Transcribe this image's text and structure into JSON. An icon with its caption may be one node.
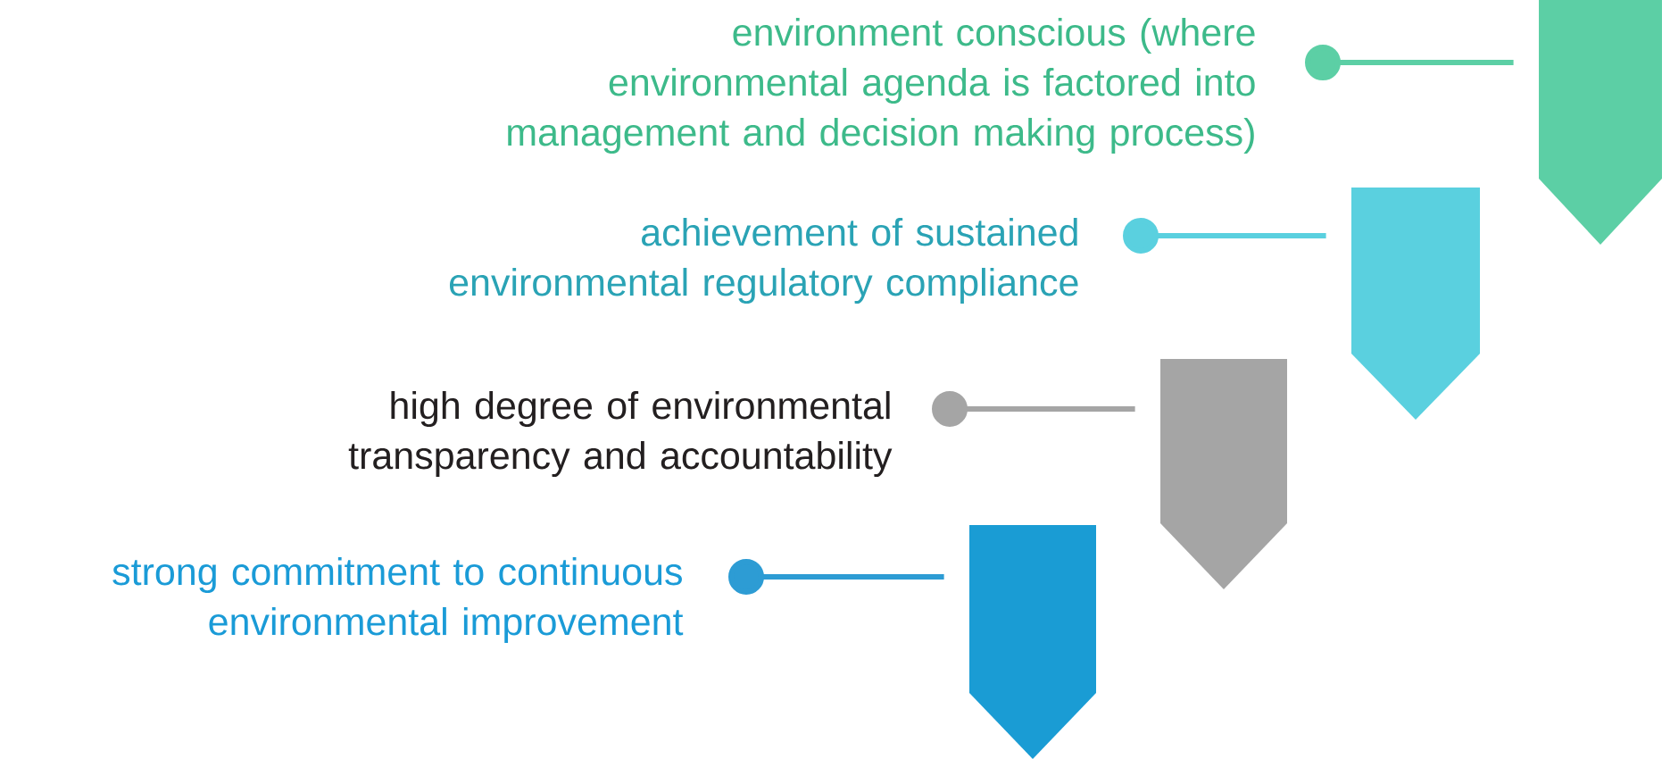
{
  "diagram": {
    "nodes": [
      {
        "text": [
          "environment conscious (where environmental agenda is factored into management and decision making process)"
        ]
      },
      {
        "text": [],
        "shape": "banner"
      },
      {
        "text": [
          "achievement of sustained environmental regulatory compliance"
        ]
      },
      {
        "text": [],
        "shape": "banner"
      },
      {
        "text": [
          "high degree of environmental transparency and accountability"
        ]
      },
      {
        "text": [],
        "shape": "banner"
      },
      {
        "text": [
          "strong commitment to continuous environmental improvement"
        ]
      },
      {
        "text": [],
        "shape": "banner"
      }
    ],
    "edges": [
      {
        "from": 0,
        "to": 1,
        "arrow": "other",
        "color": "#5ccfa5"
      },
      {
        "from": 2,
        "to": 3,
        "arrow": "other",
        "color": "#5ad0df"
      },
      {
        "from": 4,
        "to": 5,
        "arrow": "other",
        "color": "#a5a5a5"
      },
      {
        "from": 6,
        "to": 7,
        "arrow": "other",
        "color": "#2d9cd4"
      }
    ]
  }
}
